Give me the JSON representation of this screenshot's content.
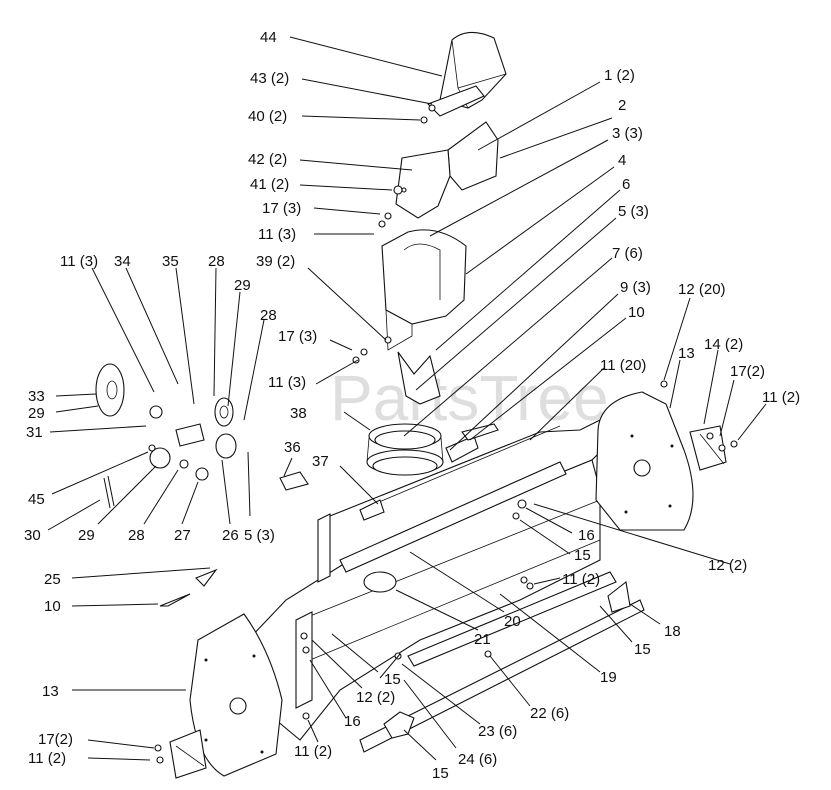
{
  "watermark": "PartsTree",
  "labels": [
    {
      "id": "44",
      "text": "44"
    },
    {
      "id": "43",
      "text": "43 (2)"
    },
    {
      "id": "40",
      "text": "40 (2)"
    },
    {
      "id": "42",
      "text": "42 (2)"
    },
    {
      "id": "41",
      "text": "41 (2)"
    },
    {
      "id": "17a",
      "text": "17 (3)"
    },
    {
      "id": "11a",
      "text": "11 (3)"
    },
    {
      "id": "1",
      "text": "1 (2)"
    },
    {
      "id": "2",
      "text": "2"
    },
    {
      "id": "3",
      "text": "3 (3)"
    },
    {
      "id": "4",
      "text": "4"
    },
    {
      "id": "6",
      "text": "6"
    },
    {
      "id": "5a",
      "text": "5 (3)"
    },
    {
      "id": "7",
      "text": "7 (6)"
    },
    {
      "id": "9",
      "text": "9 (3)"
    },
    {
      "id": "10a",
      "text": "10"
    },
    {
      "id": "12a",
      "text": "12 (20)"
    },
    {
      "id": "11b",
      "text": "11 (20)"
    },
    {
      "id": "13a",
      "text": "13"
    },
    {
      "id": "14",
      "text": "14 (2)"
    },
    {
      "id": "17b",
      "text": "17(2)"
    },
    {
      "id": "11c",
      "text": "11 (2)"
    },
    {
      "id": "11d",
      "text": "11 (3)"
    },
    {
      "id": "34",
      "text": "34"
    },
    {
      "id": "35",
      "text": "35"
    },
    {
      "id": "28a",
      "text": "28"
    },
    {
      "id": "29a",
      "text": "29"
    },
    {
      "id": "28b",
      "text": "28"
    },
    {
      "id": "39",
      "text": "39 (2)"
    },
    {
      "id": "17c",
      "text": "17 (3)"
    },
    {
      "id": "11e",
      "text": "11 (3)"
    },
    {
      "id": "38",
      "text": "38"
    },
    {
      "id": "33",
      "text": "33"
    },
    {
      "id": "29b",
      "text": "29"
    },
    {
      "id": "31",
      "text": "31"
    },
    {
      "id": "36",
      "text": "36"
    },
    {
      "id": "37",
      "text": "37"
    },
    {
      "id": "45",
      "text": "45"
    },
    {
      "id": "30",
      "text": "30"
    },
    {
      "id": "29c",
      "text": "29"
    },
    {
      "id": "28c",
      "text": "28"
    },
    {
      "id": "27",
      "text": "27"
    },
    {
      "id": "26",
      "text": "26"
    },
    {
      "id": "5b",
      "text": "5 (3)"
    },
    {
      "id": "16a",
      "text": "16"
    },
    {
      "id": "15a",
      "text": "15"
    },
    {
      "id": "12b",
      "text": "12 (2)"
    },
    {
      "id": "11f",
      "text": "11 (2)"
    },
    {
      "id": "25",
      "text": "25"
    },
    {
      "id": "10b",
      "text": "10"
    },
    {
      "id": "20",
      "text": "20"
    },
    {
      "id": "21",
      "text": "21"
    },
    {
      "id": "19",
      "text": "19"
    },
    {
      "id": "18",
      "text": "18"
    },
    {
      "id": "15b",
      "text": "15"
    },
    {
      "id": "13b",
      "text": "13"
    },
    {
      "id": "12c",
      "text": "12 (2)"
    },
    {
      "id": "15c",
      "text": "15"
    },
    {
      "id": "22",
      "text": "22 (6)"
    },
    {
      "id": "16b",
      "text": "16"
    },
    {
      "id": "23",
      "text": "23 (6)"
    },
    {
      "id": "17d",
      "text": "17(2)"
    },
    {
      "id": "11g",
      "text": "11 (2)"
    },
    {
      "id": "11h",
      "text": "11 (2)"
    },
    {
      "id": "24",
      "text": "24 (6)"
    },
    {
      "id": "15d",
      "text": "15"
    }
  ]
}
